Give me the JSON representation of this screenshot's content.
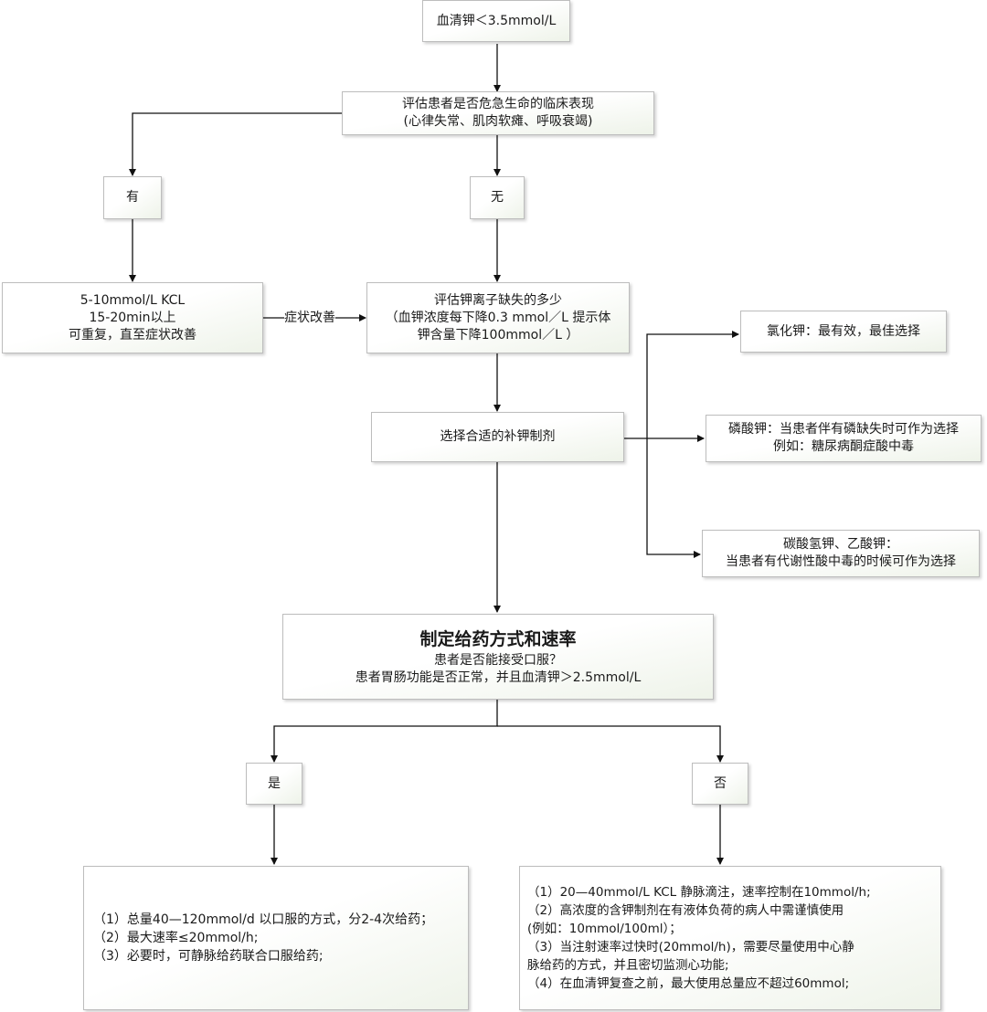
{
  "nodes": {
    "start": "血清钾＜3.5mmol/L",
    "assess_life": [
      "评估患者是否危急生命的临床表现",
      "(心律失常、肌肉软瘫、呼吸衰竭)"
    ],
    "yes_top": "有",
    "no_top": "无",
    "urgent_kcl": [
      "5-10mmol/L KCL",
      "15-20min以上",
      "可重复，直至症状改善"
    ],
    "assess_deficit": [
      "评估钾离子缺失的多少",
      "（血钾浓度每下降0.3 mmol／L 提示体",
      "钾含量下降100mmol／L ）"
    ],
    "choose_prep": "选择合适的补钾制剂",
    "kcl_option": "氯化钾：最有效，最佳选择",
    "phosphate_option": [
      "磷酸钾：当患者伴有磷缺失时可作为选择",
      "例如：糖尿病酮症酸中毒"
    ],
    "bicarb_option": [
      "碳酸氢钾、乙酸钾：",
      "当患者有代谢性酸中毒的时候可作为选择"
    ],
    "route_rate": {
      "title": "制定给药方式和速率",
      "lines": [
        "患者是否能接受口服？",
        "患者胃肠功能是否正常，并且血清钾＞2.5mmol/L"
      ]
    },
    "yes_bottom": "是",
    "no_bottom": "否",
    "oral_plan": [
      "（1）总量40—120mmol/d 以口服的方式，分2-4次给药；",
      "（2）最大速率≤20mmol/h;",
      "（3）必要时，可静脉给药联合口服给药;"
    ],
    "iv_plan": [
      "（1）20—40mmol/L KCL 静脉滴注，速率控制在10mmol/h;",
      "（2）高浓度的含钾制剂在有液体负荷的病人中需谨慎使用",
      "(例如：10mmol/100ml）；",
      "（3）当注射速率过快时(20mmol/h)，需要尽量使用中心静",
      "脉给药的方式，并且密切监测心功能;",
      "（4）在血清钾复查之前，最大使用总量应不超过60mmol;"
    ]
  },
  "edge_labels": {
    "symptom_improved": "症状改善"
  }
}
